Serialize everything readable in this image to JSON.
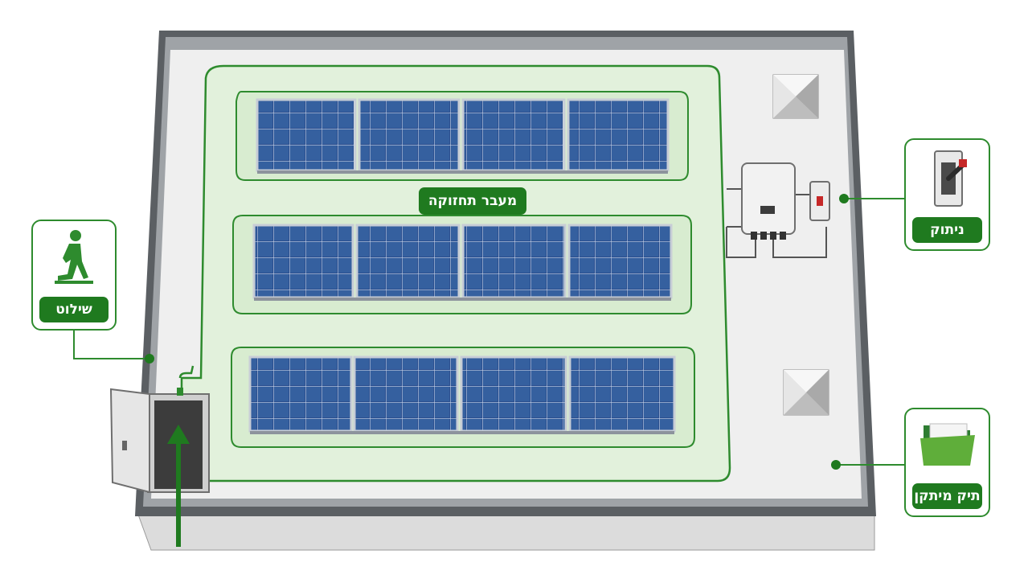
{
  "labels": {
    "maintenance_aisle": "מעבר תחזוקה",
    "signage": "שילוט",
    "disconnect": "ניתוק",
    "installation_folder": "תיק מיתקן"
  },
  "colors": {
    "accent_green": "#1f7a1f",
    "aisle_fill": "#e2f1dc",
    "panel_blue": "#2b4f8f",
    "roof_gray": "#efefef",
    "parapet": "#5b5f63"
  },
  "icons": [
    "walking-person-icon",
    "disconnect-switch-icon",
    "folder-icon"
  ]
}
